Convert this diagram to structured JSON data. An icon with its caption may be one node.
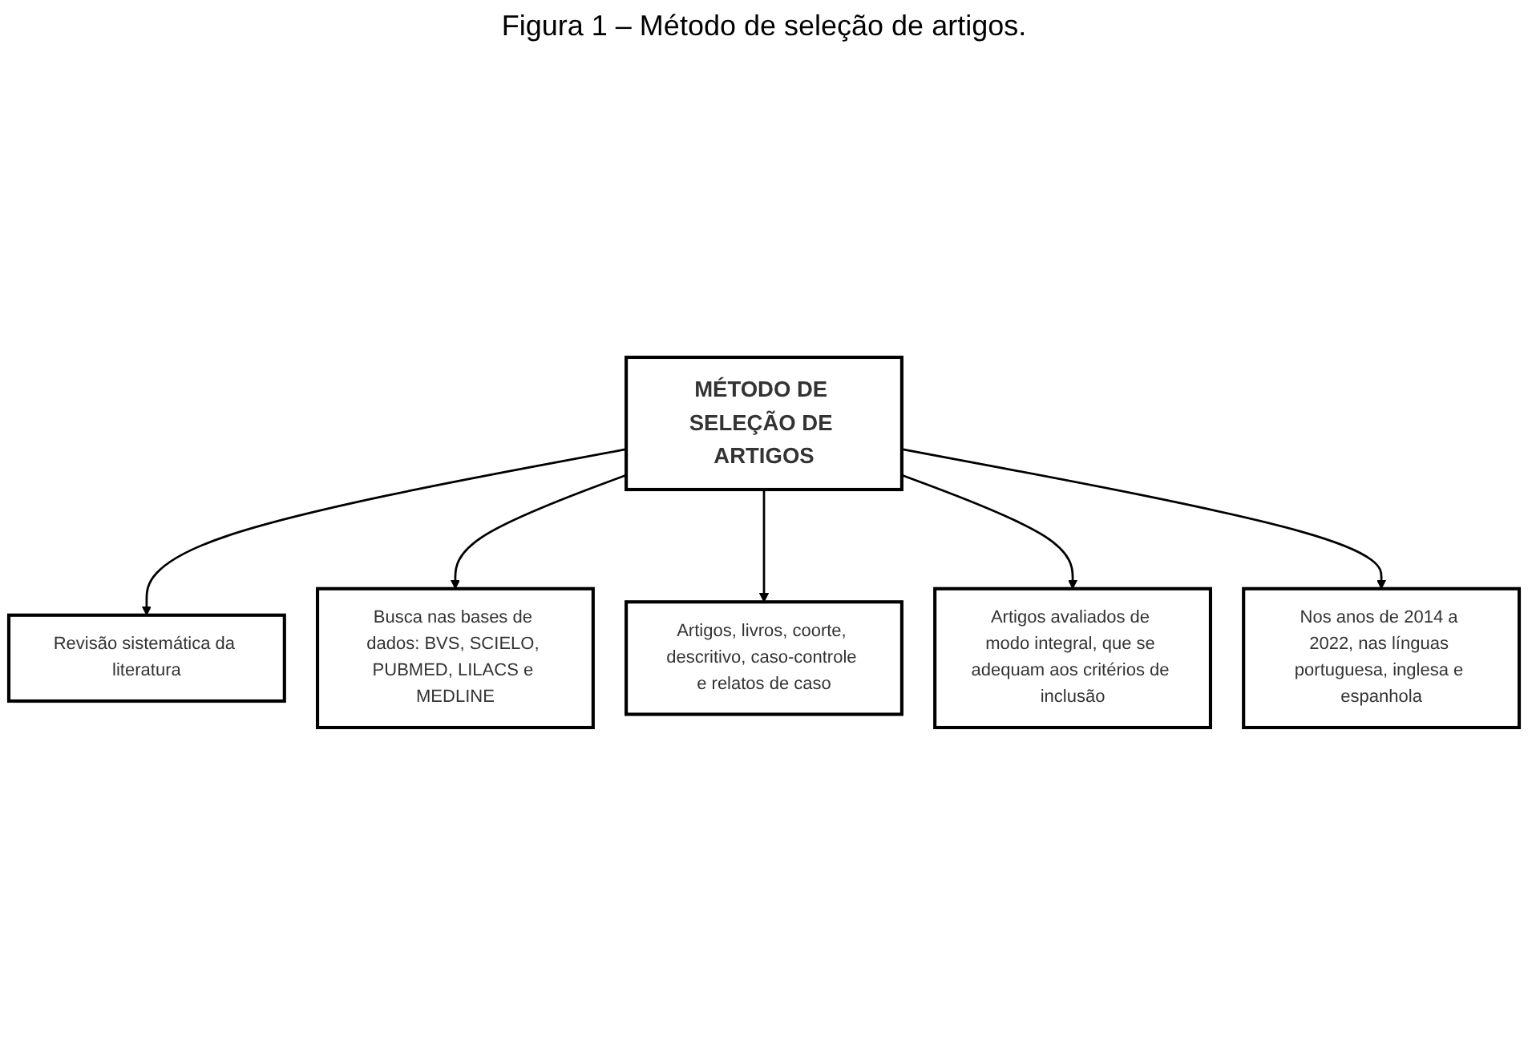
{
  "diagram": {
    "title": "Figura 1 – Método de seleção de artigos.",
    "nodes": [
      {
        "text": [
          "MÉTODO DE SELEÇÃO DE ARTIGOS"
        ]
      },
      {
        "text": [
          "Revisão sistemática da literatura"
        ]
      },
      {
        "text": [
          "Busca nas bases de dados: BVS, SCIELO, PUBMED, LILACS e MEDLINE"
        ]
      },
      {
        "text": [
          "Artigos, livros, coorte, descritivo, caso-controle e relatos de caso"
        ]
      },
      {
        "text": [
          "Artigos avaliados de modo integral, que se adequam aos critérios de inclusão"
        ]
      },
      {
        "text": [
          "Nos anos de 2014 a 2022, nas línguas portuguesa, inglesa e espanhola"
        ]
      }
    ],
    "edges": [
      {
        "from": 0,
        "to": 1,
        "arrow": "to"
      },
      {
        "from": 0,
        "to": 2,
        "arrow": "to"
      },
      {
        "from": 0,
        "to": 3,
        "arrow": "to"
      },
      {
        "from": 0,
        "to": 4,
        "arrow": "to"
      },
      {
        "from": 0,
        "to": 5,
        "arrow": "to"
      }
    ]
  }
}
